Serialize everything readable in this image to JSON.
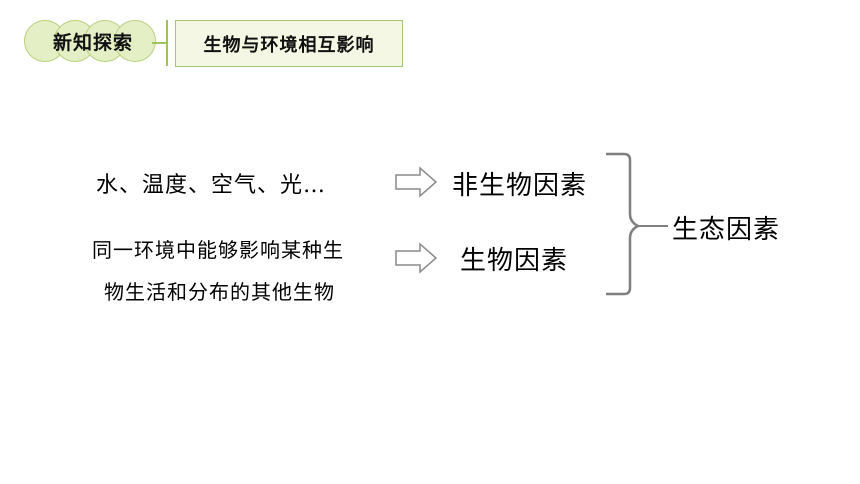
{
  "header": {
    "badge": "新知探索",
    "title": "生物与环境相互影响"
  },
  "diagram": {
    "abiotic_examples": "水、温度、空气、光…",
    "biotic_description_line1": "同一环境中能够影响某种生",
    "biotic_description_line2": "物生活和分布的其他生物",
    "abiotic_label": "非生物因素",
    "biotic_label": "生物因素",
    "eco_label": "生态因素"
  },
  "colors": {
    "badge_fill": "#e4efc6",
    "badge_border": "#b9d07e",
    "title_fill": "#f3f7e4",
    "title_border": "#a6c86a",
    "arrow_stroke": "#8a8a8a",
    "bracket_stroke": "#7f7f7f"
  }
}
